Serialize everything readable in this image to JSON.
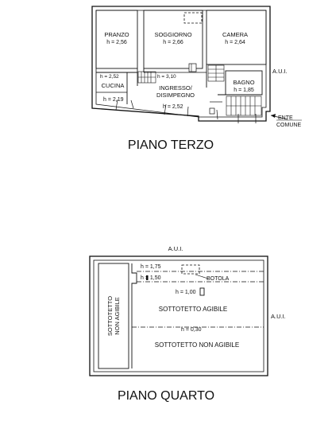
{
  "floor_3": {
    "caption": "PIANO TERZO",
    "rooms": {
      "pranzo": {
        "name": "PRANZO",
        "height": "h = 2,56"
      },
      "soggiorno": {
        "name": "SOGGIORNO",
        "height": "h = 2,66"
      },
      "camera": {
        "name": "CAMERA",
        "height": "h = 2,64"
      },
      "cucina": {
        "name": "CUCINA",
        "height": "h = 2,52"
      },
      "ingresso": {
        "name_line1": "INGRESSO/",
        "name_line2": "DISIMPEGNO",
        "height": "h = 3,10"
      },
      "bagno": {
        "name": "BAGNO",
        "height": "h = 1,85"
      }
    },
    "extra_heights": {
      "lower_left": "h = 2,19",
      "lower_center": "h = 2,52"
    },
    "labels": {
      "aui": "A.U.I.",
      "ente_line1": "ENTE",
      "ente_line2": "COMUNE"
    }
  },
  "floor_4": {
    "caption": "PIANO QUARTO",
    "labels": {
      "aui_top": "A.U.I.",
      "aui_right": "A.U.I.",
      "botola": "BOTOLA",
      "sottotetto_agibile": "SOTTOTETTO AGIBILE",
      "sottotetto_non_agibile": "SOTTOTETTO NON AGIBILE",
      "side_line1": "SOTTOTETTO",
      "side_line2": "NON AGIBILE"
    },
    "heights": {
      "h1": "h = 1,75",
      "h2": "h = 1,50",
      "h3": "h = 1,00",
      "h4": "h = 0,30"
    }
  }
}
